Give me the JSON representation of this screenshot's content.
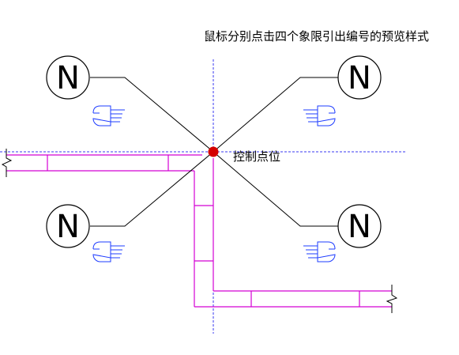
{
  "title": "鼠标分别点击四个象限引出编号的预览样式",
  "control_label": "控制点位",
  "marker_letter": "N",
  "quadrants": [
    {
      "id": "top-left",
      "label": "N",
      "pointer": "left"
    },
    {
      "id": "top-right",
      "label": "N",
      "pointer": "right"
    },
    {
      "id": "bottom-left",
      "label": "N",
      "pointer": "left"
    },
    {
      "id": "bottom-right",
      "label": "N",
      "pointer": "right"
    }
  ],
  "colors": {
    "background": "#ffffff",
    "axis": "#3a3af0",
    "leader": "#000000",
    "wall": "#d400d4",
    "control_point": "#d40000",
    "pointer": "#1e3cff",
    "text": "#000000"
  }
}
